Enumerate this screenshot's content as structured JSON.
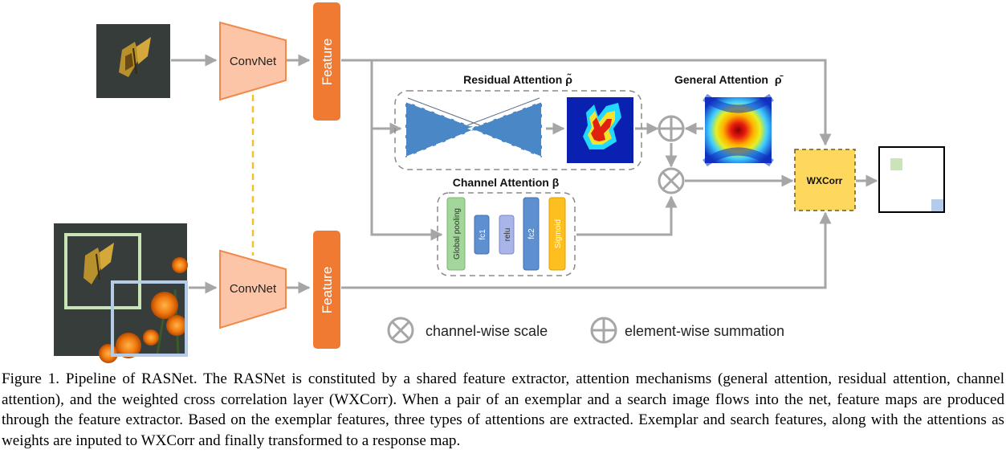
{
  "diagram": {
    "convnet_label": "ConvNet",
    "feature_label": "Feature",
    "residual_attention_title": "Residual Attention",
    "residual_attention_symbol": "ρ̃",
    "general_attention_title": "General Attention",
    "general_attention_symbol": "ρ̄",
    "channel_attention_title": "Channel Attention",
    "channel_attention_symbol": "β",
    "channel_blocks": [
      "Global pooling",
      "fc1",
      "relu",
      "fc2",
      "Sigmoid"
    ],
    "wxcorr_label": "WXCorr",
    "legend": {
      "scale_label": "channel-wise scale",
      "sum_label": "element-wise summation"
    },
    "colors": {
      "convnet_fill": "#fcc5a7",
      "convnet_stroke": "#f08a4b",
      "feature_fill": "#f07a32",
      "wxcorr_fill": "#fdd85d",
      "arrow": "#a6a6a6",
      "funnel_fill": "#4a87c7",
      "shared_weights_line": "#f5c02a"
    },
    "icons": {
      "scale": "circled-times-icon",
      "sum": "circled-plus-icon"
    }
  },
  "caption": "Figure 1. Pipeline of RASNet. The RASNet is constituted by a shared feature extractor, attention mechanisms (general attention, residual attention, channel attention), and the weighted cross correlation layer (WXCorr). When a pair of an exemplar and a search image flows into the net, feature maps are produced through the feature extractor. Based on the exemplar features, three types of attentions are extracted. Exemplar and search features, along with the attentions as weights are inputed to WXCorr and finally transformed to a response map."
}
